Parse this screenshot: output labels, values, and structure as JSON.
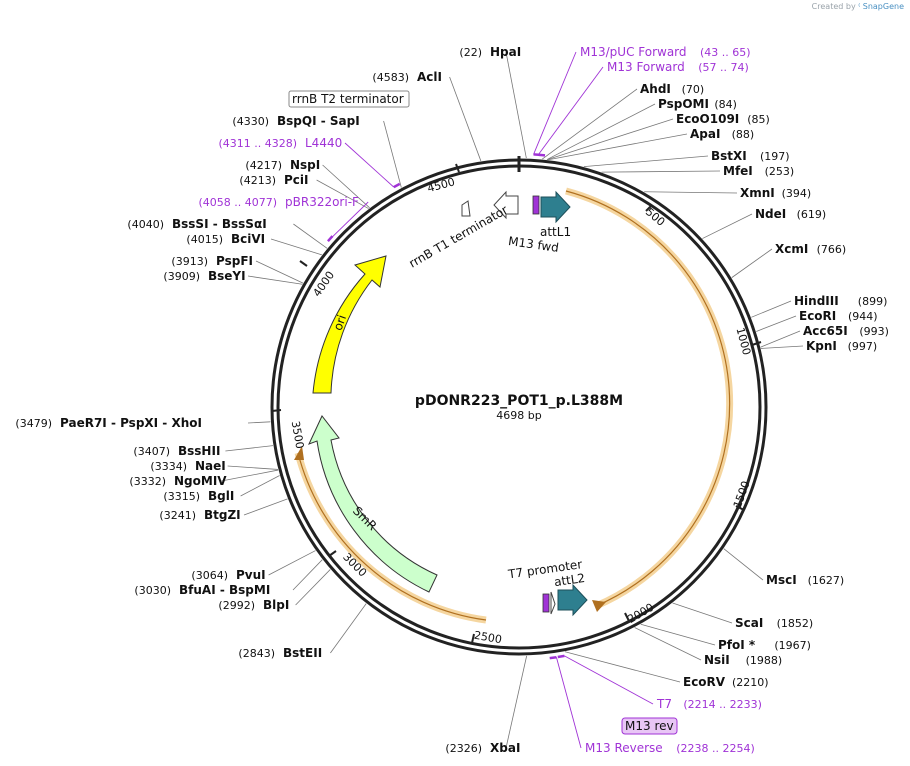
{
  "credit": {
    "prefix": "Created by",
    "brand": "SnapGene"
  },
  "plasmid": {
    "name": "pDONR223_POT1_p.L388M",
    "length_label": "4698 bp"
  },
  "ticks": [
    "500",
    "1000",
    "1500",
    "2000",
    "2500",
    "3000",
    "3500",
    "4000",
    "4500"
  ],
  "sites": [
    {
      "pos": "(22)",
      "name": "HpaI"
    },
    {
      "pos": "(70)",
      "name": "AhdI"
    },
    {
      "pos": "(84)",
      "name": "PspOMI"
    },
    {
      "pos": "(85)",
      "name": "EcoO109I"
    },
    {
      "pos": "(88)",
      "name": "ApaI"
    },
    {
      "pos": "(197)",
      "name": "BstXI"
    },
    {
      "pos": "(253)",
      "name": "MfeI"
    },
    {
      "pos": "(394)",
      "name": "XmnI"
    },
    {
      "pos": "(619)",
      "name": "NdeI"
    },
    {
      "pos": "(766)",
      "name": "XcmI"
    },
    {
      "pos": "(899)",
      "name": "HindIII"
    },
    {
      "pos": "(944)",
      "name": "EcoRI"
    },
    {
      "pos": "(993)",
      "name": "Acc65I"
    },
    {
      "pos": "(997)",
      "name": "KpnI"
    },
    {
      "pos": "(1627)",
      "name": "MscI"
    },
    {
      "pos": "(1852)",
      "name": "ScaI"
    },
    {
      "pos": "(1967)",
      "name": "PfoI *"
    },
    {
      "pos": "(1988)",
      "name": "NsiI"
    },
    {
      "pos": "(2210)",
      "name": "EcoRV"
    },
    {
      "pos": "(2326)",
      "name": "XbaI"
    },
    {
      "pos": "(2843)",
      "name": "BstEII"
    },
    {
      "pos": "(2992)",
      "name": "BlpI"
    },
    {
      "pos": "(3030)",
      "name": "BfuAI  -  BspMI"
    },
    {
      "pos": "(3064)",
      "name": "PvuI"
    },
    {
      "pos": "(3241)",
      "name": "BtgZI"
    },
    {
      "pos": "(3315)",
      "name": "BglI"
    },
    {
      "pos": "(3332)",
      "name": "NgoMIV"
    },
    {
      "pos": "(3334)",
      "name": "NaeI"
    },
    {
      "pos": "(3407)",
      "name": "BssHII"
    },
    {
      "pos": "(3479)",
      "name": "PaeR7I  -  PspXI  -  XhoI"
    },
    {
      "pos": "(3909)",
      "name": "BseYI"
    },
    {
      "pos": "(3913)",
      "name": "PspFI"
    },
    {
      "pos": "(4015)",
      "name": "BciVI"
    },
    {
      "pos": "(4040)",
      "name": "BssSI  -  BssSαI"
    },
    {
      "pos": "(4213)",
      "name": "PciI"
    },
    {
      "pos": "(4217)",
      "name": "NspI"
    },
    {
      "pos": "(4330)",
      "name": "BspQI  -  SapI"
    },
    {
      "pos": "(4583)",
      "name": "AclI"
    }
  ],
  "primers": [
    {
      "name": "M13/pUC Forward",
      "range": "(43 .. 65)"
    },
    {
      "name": "M13 Forward",
      "range": "(57 .. 74)"
    },
    {
      "name": "T7",
      "range": "(2214 .. 2233)"
    },
    {
      "name": "M13 rev",
      "range": ""
    },
    {
      "name": "M13 Reverse",
      "range": "(2238 .. 2254)"
    },
    {
      "name": "L4440",
      "range": "(4311 .. 4328)"
    },
    {
      "name": "pBR322ori-F",
      "range": "(4058 .. 4077)"
    }
  ],
  "features": {
    "ori": "ori",
    "smr": "SmR",
    "attl1": "attL1",
    "attl2": "attL2",
    "m13fwd": "M13 fwd",
    "t7promoter": "T7 promoter",
    "rrnb_t1": "rrnB T1 terminator",
    "rrnb_t2": "rrnB T2 terminator"
  },
  "colors": {
    "backbone": "#222222",
    "ori_fill": "#ffff00",
    "smr_fill": "#ccffcc",
    "att_fill": "#2e7f8f",
    "orf_arc": "#f2b35a",
    "primer": "#a033d6",
    "leader": "#777777"
  }
}
